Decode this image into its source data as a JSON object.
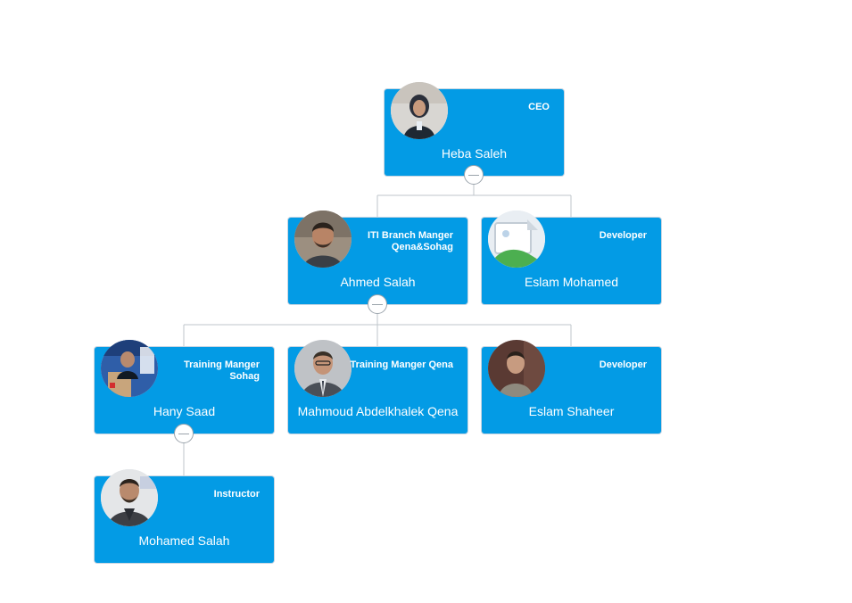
{
  "colors": {
    "node_fill": "#039be5",
    "node_text": "#ffffff",
    "connector": "#bfc5cb"
  },
  "nodes": [
    {
      "id": "heba",
      "name": "Heba Saleh",
      "title": "CEO",
      "avatar_icon": "person-photo-icon"
    },
    {
      "id": "ahmed",
      "name": "Ahmed Salah",
      "title": "ITI Branch Manger Qena&Sohag",
      "avatar_icon": "person-photo-icon"
    },
    {
      "id": "eslam_m",
      "name": "Eslam Mohamed",
      "title": "Developer",
      "avatar_icon": "broken-image-icon"
    },
    {
      "id": "hany",
      "name": "Hany Saad",
      "title": "Training Manger Sohag",
      "avatar_icon": "person-photo-icon"
    },
    {
      "id": "mahmoud",
      "name": "Mahmoud Abdelkhalek Qena",
      "title": "Training Manger Qena",
      "avatar_icon": "person-photo-icon"
    },
    {
      "id": "eslam_s",
      "name": "Eslam Shaheer",
      "title": "Developer",
      "avatar_icon": "person-photo-icon"
    },
    {
      "id": "mohamed",
      "name": "Mohamed Salah",
      "title": "Instructor",
      "avatar_icon": "person-photo-icon"
    }
  ],
  "edges": [
    {
      "from": "heba",
      "to": "ahmed"
    },
    {
      "from": "heba",
      "to": "eslam_m"
    },
    {
      "from": "ahmed",
      "to": "hany"
    },
    {
      "from": "ahmed",
      "to": "mahmoud"
    },
    {
      "from": "ahmed",
      "to": "eslam_s"
    },
    {
      "from": "hany",
      "to": "mohamed"
    }
  ],
  "collapse_toggles": [
    {
      "node": "heba",
      "state": "expanded"
    },
    {
      "node": "ahmed",
      "state": "expanded"
    },
    {
      "node": "hany",
      "state": "expanded"
    }
  ]
}
